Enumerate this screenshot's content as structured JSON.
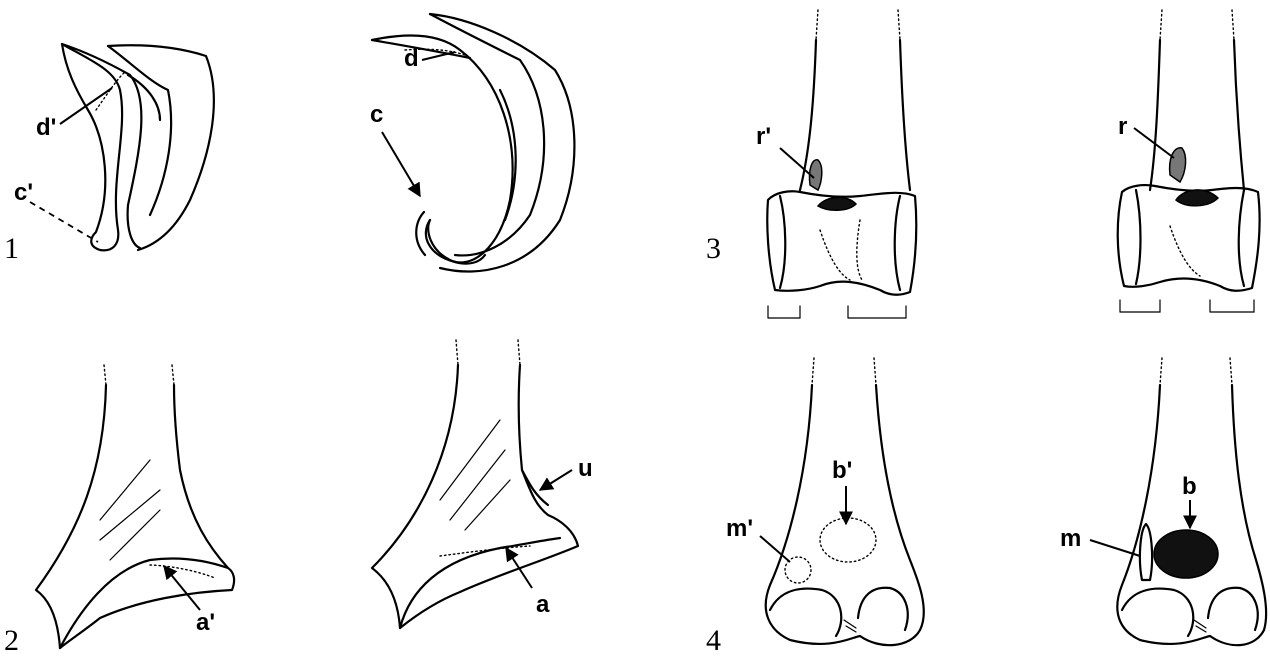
{
  "panels": [
    {
      "number": "1",
      "labels": [
        "d'",
        "c'",
        "d",
        "c"
      ]
    },
    {
      "number": "2",
      "labels": [
        "a'",
        "u",
        "a"
      ]
    },
    {
      "number": "3",
      "labels": [
        "r'",
        "r"
      ]
    },
    {
      "number": "4",
      "labels": [
        "b'",
        "m'",
        "b",
        "m"
      ]
    }
  ]
}
